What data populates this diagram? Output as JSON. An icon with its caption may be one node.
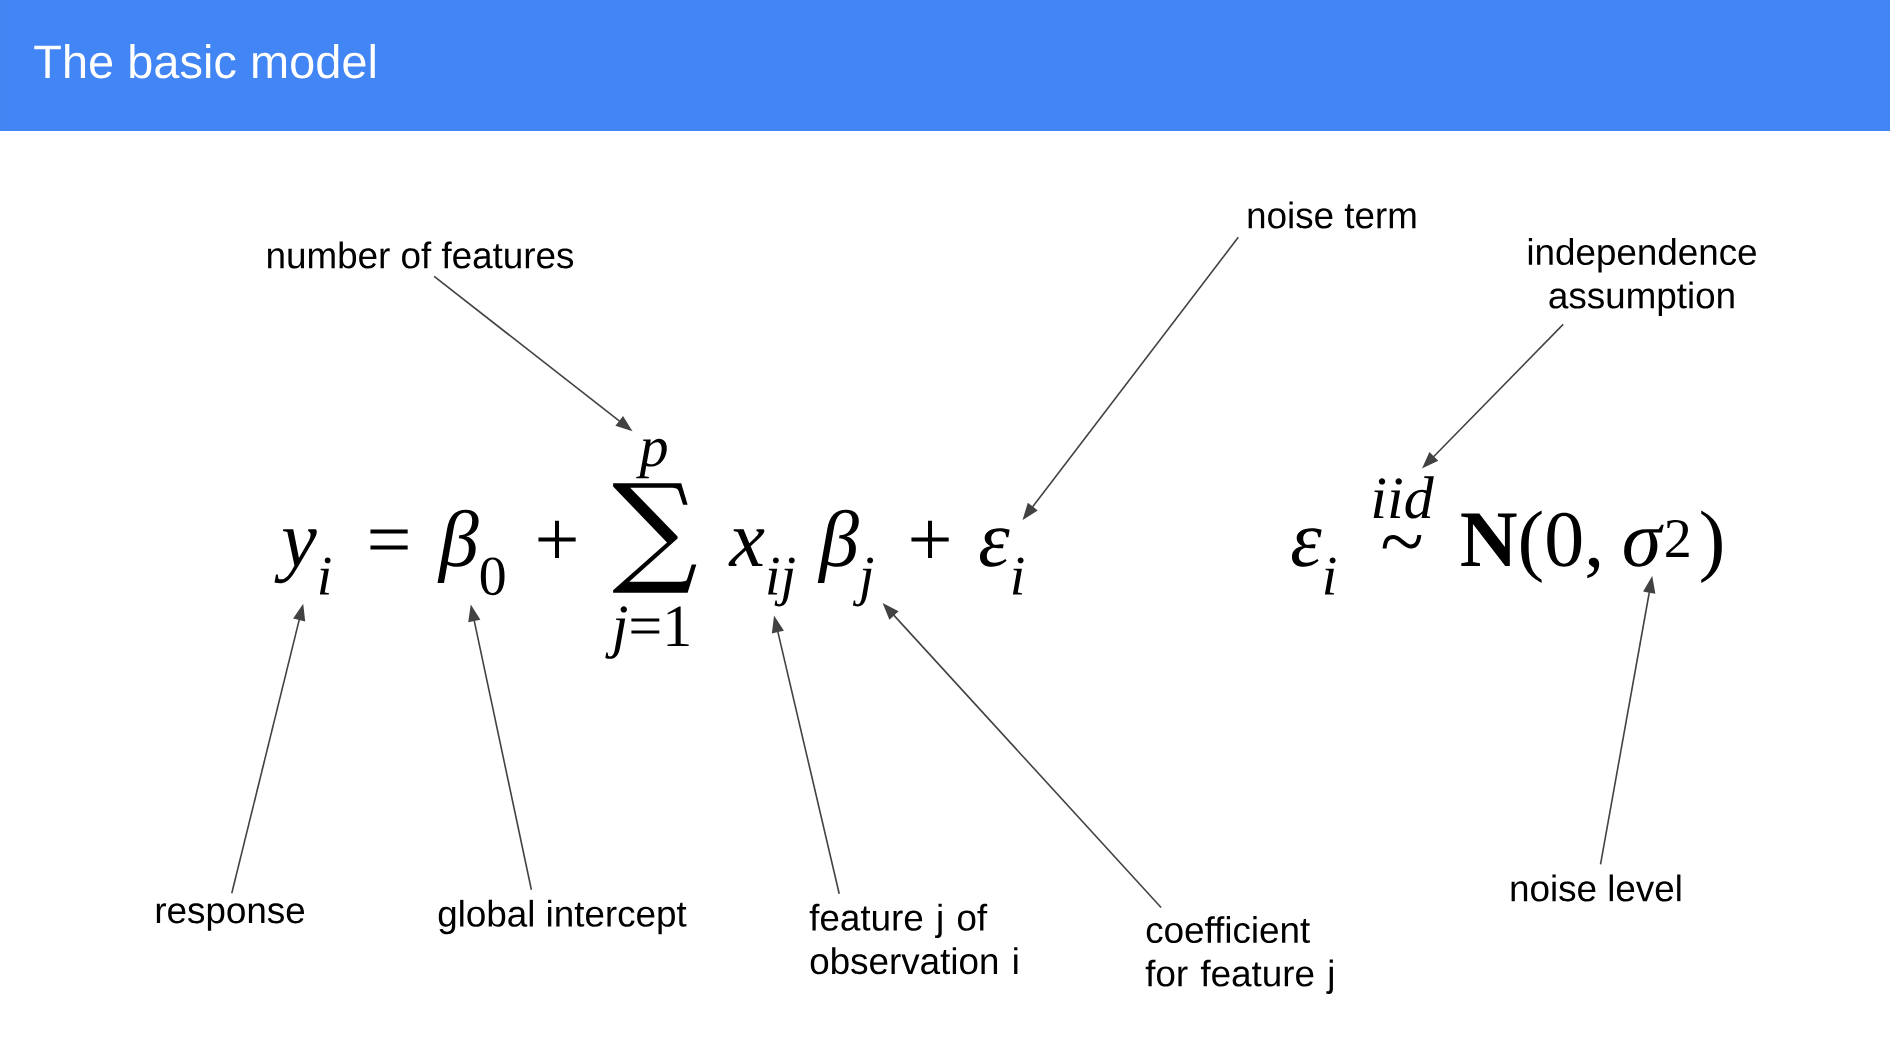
{
  "diagram": {
    "title": "The basic model",
    "nodes": [
      {
        "text": [
          "number of features"
        ]
      },
      {
        "text": [
          "noise term"
        ]
      },
      {
        "text": [
          "independence assumption"
        ]
      },
      {
        "text": [
          "p"
        ]
      },
      {
        "text": [
          "y$_{i}$"
        ]
      },
      {
        "text": [
          "*β*$_{0}$"
        ]
      },
      {
        "text": [
          "x$_{ij}$"
        ]
      },
      {
        "text": [
          "β$_{j}$"
        ]
      },
      {
        "text": [
          "ε$_{i}$"
        ]
      },
      {
        "text": [
          "iid"
        ]
      },
      {
        "text": [
          "*σ*$^{2}$"
        ]
      },
      {
        "text": [
          "response"
        ]
      },
      {
        "text": [
          "global intercept"
        ]
      },
      {
        "text": [
          "feature j of observation i"
        ]
      },
      {
        "text": [
          "coefficient for feature j"
        ]
      },
      {
        "text": [
          "noise level"
        ]
      }
    ],
    "edges": [
      {
        "from": 0,
        "to": 3,
        "arrow": "to"
      },
      {
        "from": 1,
        "to": 8,
        "arrow": "to"
      },
      {
        "from": 2,
        "to": 9,
        "arrow": "to"
      },
      {
        "from": 11,
        "to": 4,
        "arrow": "to"
      },
      {
        "from": 12,
        "to": 5,
        "arrow": "to"
      },
      {
        "from": 13,
        "to": 6,
        "arrow": "to"
      },
      {
        "from": 14,
        "to": 7,
        "arrow": "to"
      },
      {
        "from": 15,
        "to": 10,
        "arrow": "to"
      }
    ],
    "labels": [
      "=",
      "+",
      "∑",
      "*j*=1",
      "+",
      "ε$_{i}$",
      "~",
      "**N**(0,",
      ")"
    ]
  }
}
